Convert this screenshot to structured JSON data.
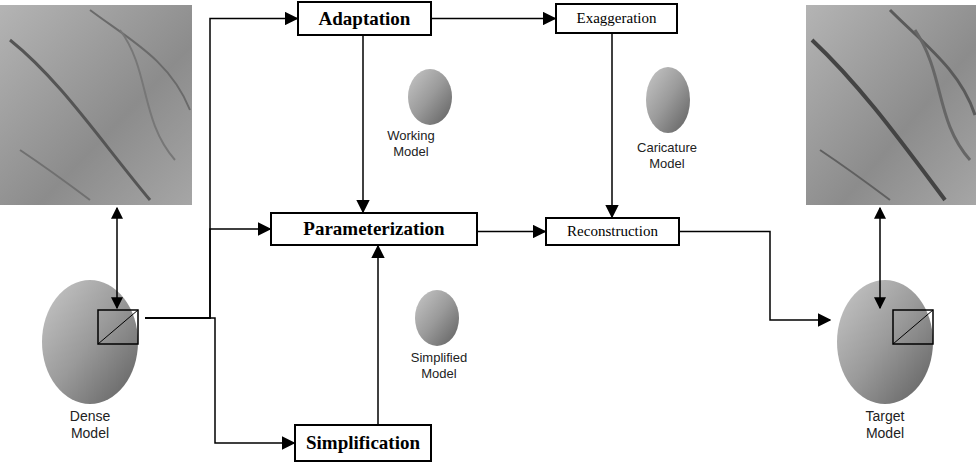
{
  "diagram": {
    "nodes": [
      {
        "text": [
          "Adaptation"
        ]
      },
      {
        "text": [
          "Exaggeration"
        ]
      },
      {
        "text": [
          "Parameterization"
        ]
      },
      {
        "text": [
          "Reconstruction"
        ]
      },
      {
        "text": [
          "Dense Model"
        ]
      },
      {
        "text": [
          "Target Model"
        ]
      },
      {
        "text": [
          "Simplification"
        ]
      }
    ],
    "edges": [
      {
        "from": 4,
        "to": 0,
        "arrow": "to"
      },
      {
        "from": 4,
        "to": 2,
        "arrow": "to"
      },
      {
        "from": 4,
        "to": 6,
        "arrow": "to"
      },
      {
        "from": 0,
        "to": 1,
        "arrow": "to"
      },
      {
        "from": 0,
        "to": 2,
        "label": "Working Model",
        "arrow": "to"
      },
      {
        "from": 1,
        "to": 3,
        "label": "Caricature Model",
        "arrow": "to"
      },
      {
        "from": 2,
        "to": 3,
        "arrow": "to"
      },
      {
        "from": 6,
        "to": 2,
        "label": "Simplified Model",
        "arrow": "to"
      },
      {
        "from": 3,
        "to": 5,
        "arrow": "to"
      }
    ]
  }
}
